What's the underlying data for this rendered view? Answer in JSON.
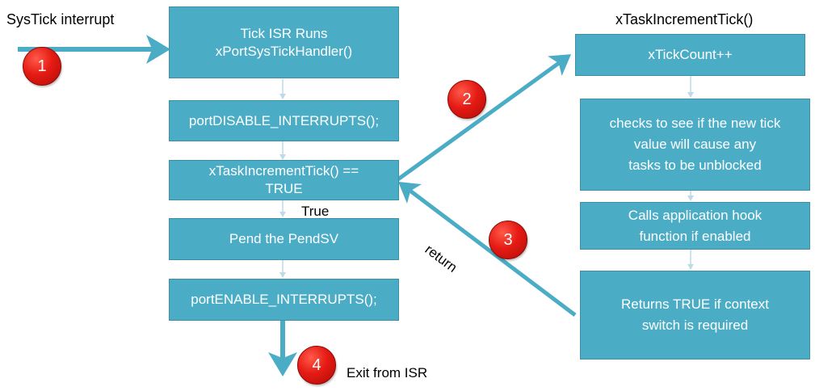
{
  "colors": {
    "box_fill": "#4bacc6",
    "arrow": "#4bacc6",
    "badge": "#e51b14"
  },
  "labels": {
    "systick_interrupt": "SysTick interrupt",
    "increment_tick_title": "xTaskIncrementTick()",
    "true_label": "True",
    "return_label": "return",
    "exit_label": "Exit from ISR"
  },
  "left_column": {
    "tick_isr": {
      "line1": "Tick ISR Runs",
      "line2": "xPortSysTickHandler()"
    },
    "disable_interrupts": "portDISABLE_INTERRUPTS();",
    "increment_check": {
      "line1": "xTaskIncrementTick() ==",
      "line2": "TRUE"
    },
    "pend_pendsv": "Pend the PendSV",
    "enable_interrupts": "portENABLE_INTERRUPTS();"
  },
  "right_column": {
    "tick_count": "xTickCount++",
    "check_unblock": {
      "line1": "checks to see if the new tick",
      "line2": "value will cause any",
      "line3": "tasks to be unblocked"
    },
    "hook": {
      "line1": "Calls application hook",
      "line2": "function if enabled"
    },
    "returns_true": {
      "line1": "Returns TRUE if context",
      "line2": "switch is required"
    }
  },
  "badges": {
    "b1": "1",
    "b2": "2",
    "b3": "3",
    "b4": "4"
  }
}
